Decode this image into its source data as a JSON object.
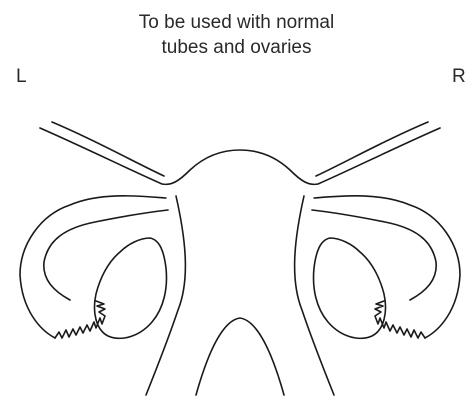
{
  "caption": {
    "line1": "To be used with normal",
    "line2": "tubes and ovaries"
  },
  "labels": {
    "left": "L",
    "right": "R"
  },
  "colors": {
    "outline": "#1a1a1a",
    "text": "#2a2a2a",
    "background": "#ffffff"
  }
}
